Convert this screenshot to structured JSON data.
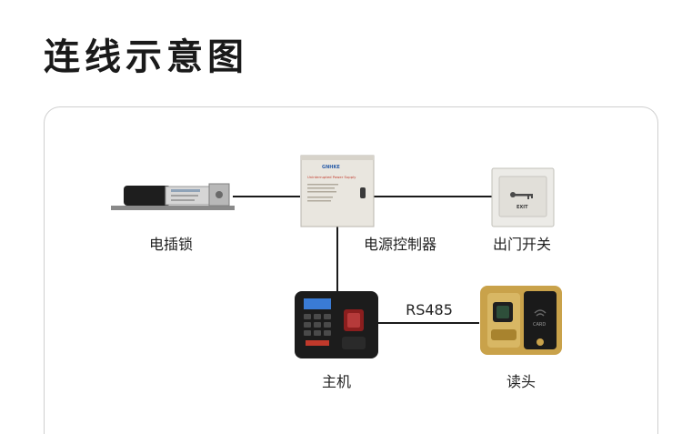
{
  "title": "连线示意图",
  "nodes": {
    "lock": "电插锁",
    "power": "电源控制器",
    "exit": "出门开关",
    "host": "主机",
    "reader": "读头"
  },
  "edges": {
    "host_reader": "RS485"
  },
  "device_text": {
    "power_brand": "GNHKE",
    "power_subtitle": "Uninterrupted Power Supply",
    "exit_text": "EXIT",
    "reader_text": "CARD"
  },
  "colors": {
    "wire": "#1a1a1a",
    "host_body": "#1c1c1c",
    "host_screen": "#3a7bd5",
    "host_accent": "#c0392b",
    "reader_frame": "#c9a24a",
    "power_box": "#e9e6df"
  }
}
